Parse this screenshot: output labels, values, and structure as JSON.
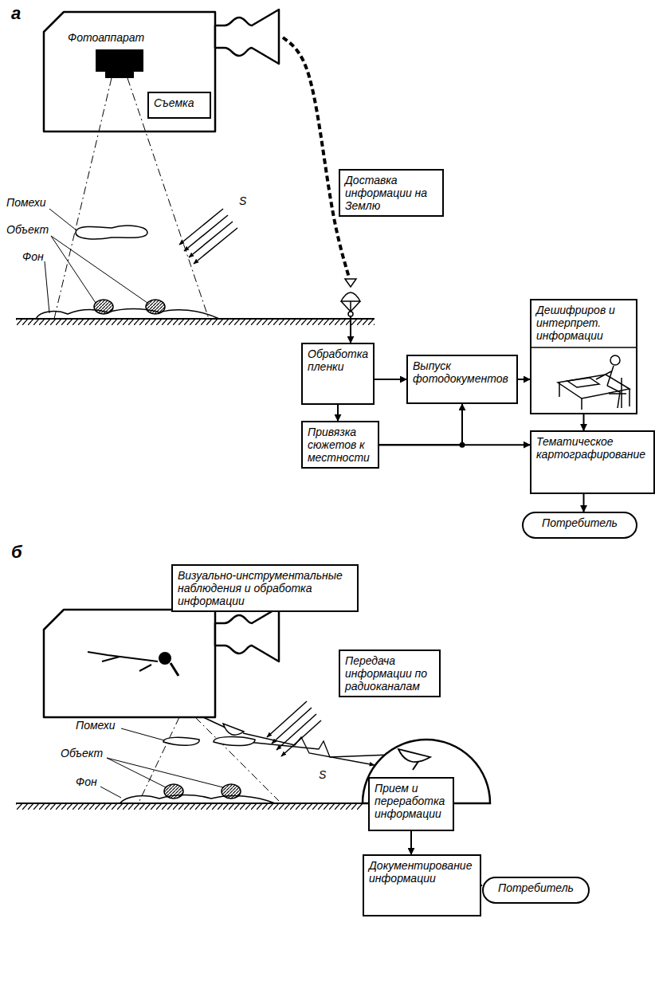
{
  "diagram": {
    "nodes": [
      {
        "text": [
          "Фотоаппарат"
        ]
      },
      {
        "text": [
          "Съемка"
        ],
        "in": 0
      },
      {
        "text": [
          "Доставка информации на Землю"
        ]
      },
      {
        "text": [
          "Обработка пленки"
        ]
      },
      {
        "text": [
          "Выпуск фотодокументов"
        ]
      },
      {
        "text": [
          "Дешифриров и интерпрет. информации"
        ]
      },
      {
        "text": [
          "Привязка сюжетов к местности"
        ]
      },
      {
        "text": [
          "Тематическое картографирование"
        ]
      },
      {
        "text": [
          "Потребитель"
        ]
      },
      {
        "text": [
          "Визуально-инструментальные наблюдения и обработка информации"
        ]
      },
      {
        "text": [
          "Передача информации по радиоканалам"
        ]
      },
      {
        "text": [
          "Прием и переработка информации"
        ]
      },
      {
        "text": [
          "Документирование информации"
        ]
      },
      {
        "text": [
          "Потребитель"
        ]
      }
    ],
    "edges": [
      {
        "from": 0,
        "to": 3,
        "arrow": "to"
      },
      {
        "from": 3,
        "to": 4,
        "arrow": "to"
      },
      {
        "from": 4,
        "to": 5,
        "arrow": "to"
      },
      {
        "from": 3,
        "to": 6,
        "arrow": "to"
      },
      {
        "from": 6,
        "to": 4,
        "arrow": "to"
      },
      {
        "from": 6,
        "to": 7,
        "arrow": "to"
      },
      {
        "from": 5,
        "to": 7,
        "arrow": "to"
      },
      {
        "from": 7,
        "to": 8,
        "arrow": "to"
      },
      {
        "from": 11,
        "to": 12,
        "arrow": "to"
      },
      {
        "from": 12,
        "to": 13,
        "arrow": "to"
      }
    ],
    "labels": [
      "а",
      "Помехи",
      "Объект",
      "Фон",
      "S",
      "б",
      "Помехи",
      "Объект",
      "Фон",
      "S"
    ]
  }
}
